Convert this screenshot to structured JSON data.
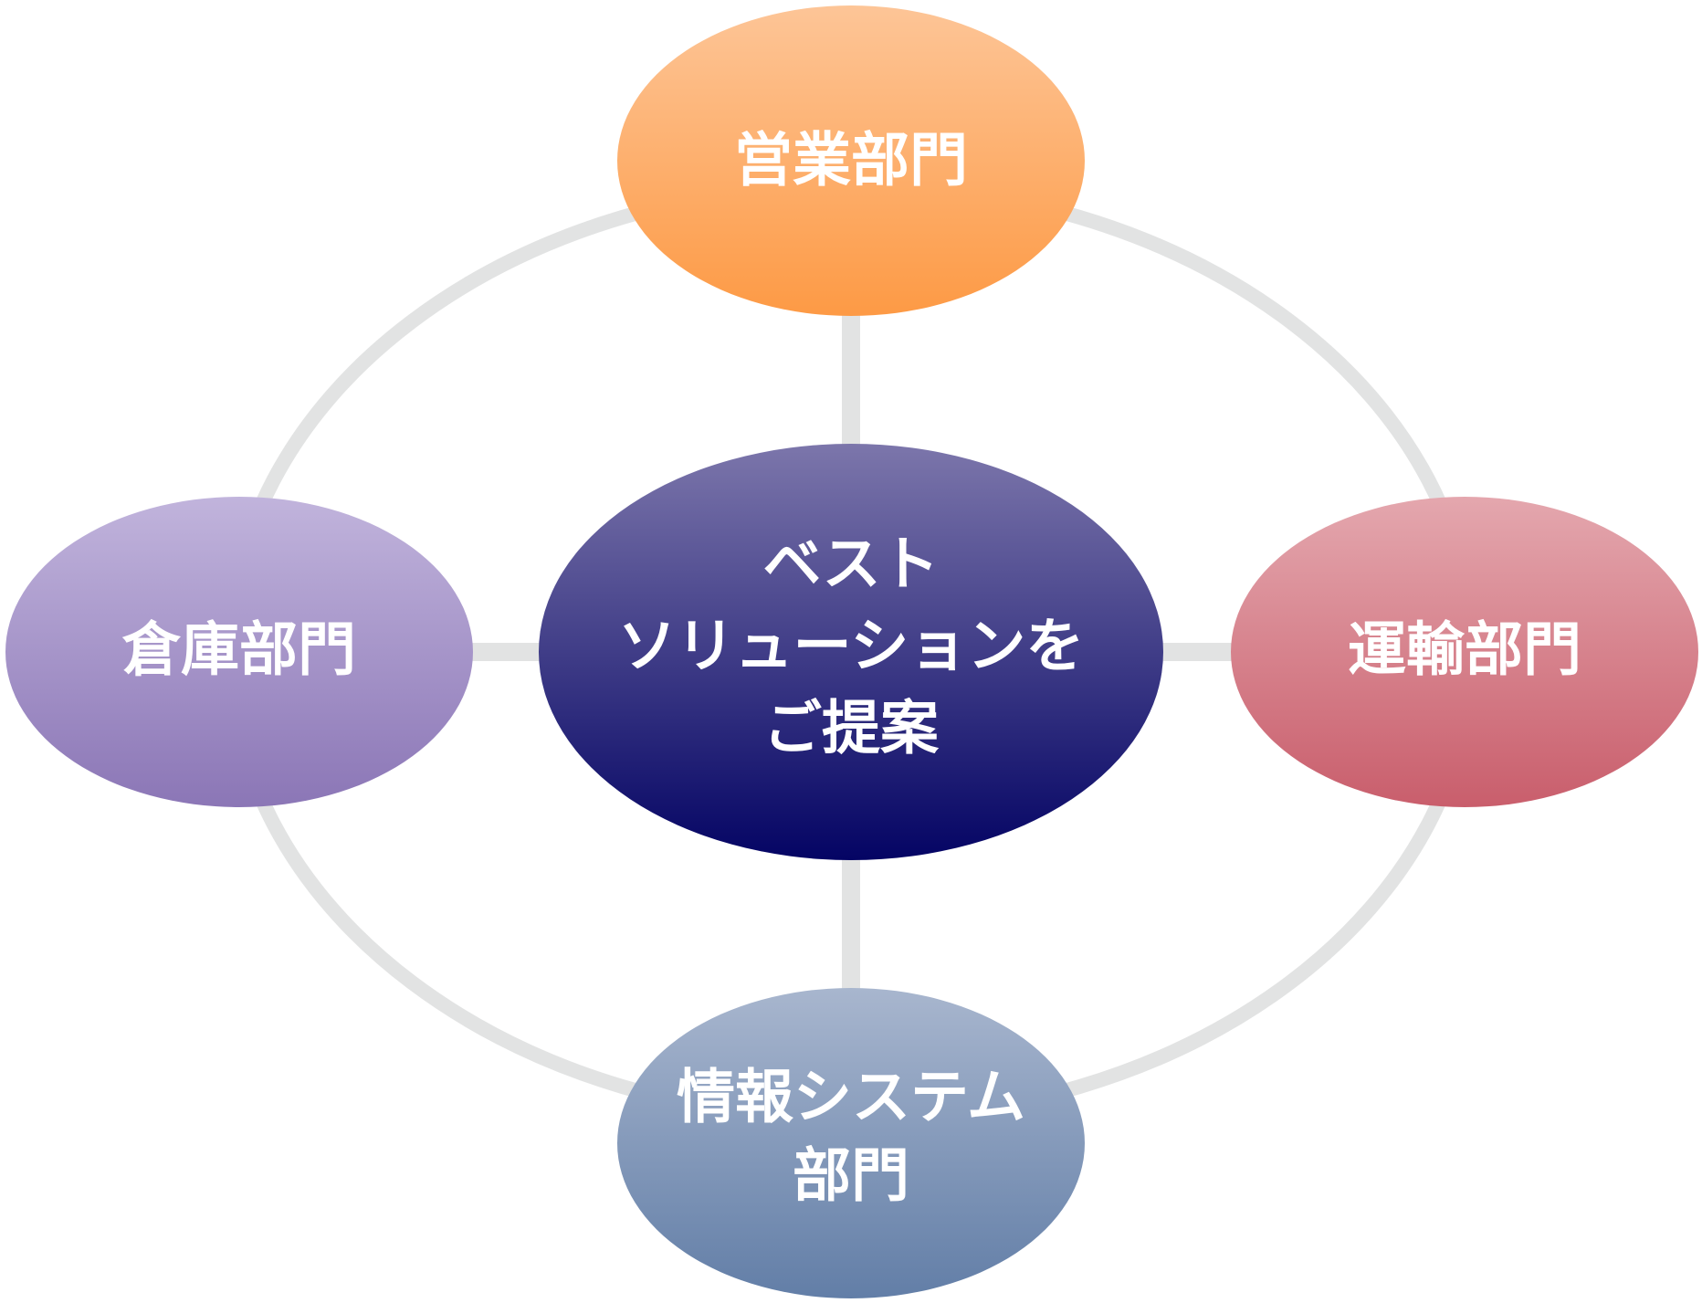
{
  "diagram": {
    "center": {
      "lines": [
        "ベスト",
        "ソリューションを",
        "ご提案"
      ]
    },
    "nodes": [
      {
        "id": "sales",
        "lines": [
          "営業部門"
        ]
      },
      {
        "id": "warehouse",
        "lines": [
          "倉庫部門"
        ]
      },
      {
        "id": "transport",
        "lines": [
          "運輸部門"
        ]
      },
      {
        "id": "it",
        "lines": [
          "情報システム",
          "部門"
        ]
      }
    ]
  },
  "colors": {
    "connector": "#e2e3e3",
    "center_top": "#7c76ab",
    "center_bottom": "#040464",
    "sales_top": "#fdc597",
    "sales_bottom": "#fd9a45",
    "warehouse_top": "#c1b4dc",
    "warehouse_bottom": "#8b76b6",
    "transport_top": "#e4a7ae",
    "transport_bottom": "#c95e6c",
    "it_top": "#a8b6ce",
    "it_bottom": "#627ea7",
    "label": "#ffffff"
  }
}
